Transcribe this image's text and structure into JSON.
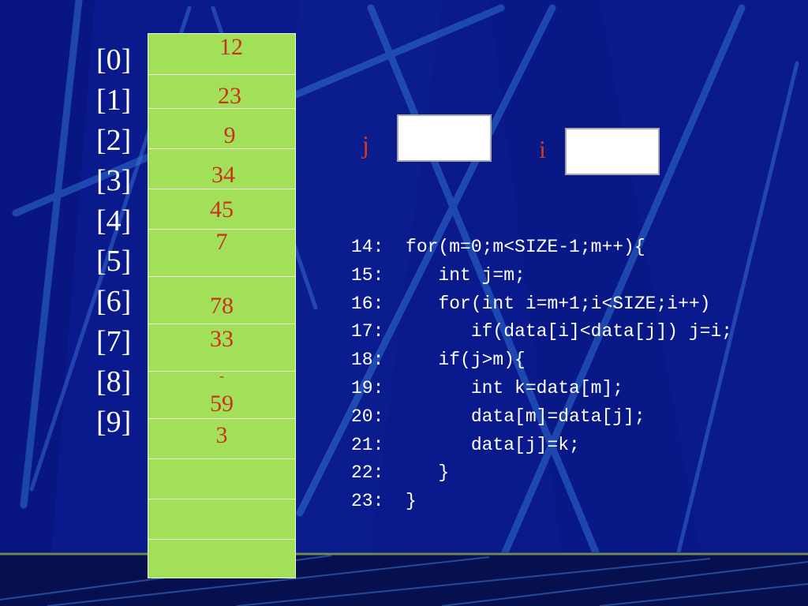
{
  "colors": {
    "background": "#0a1a8c",
    "array_fill": "#a2e05a",
    "value_text": "#c8321c",
    "label_text": "#d43a1e",
    "code_text": "#ffffff"
  },
  "indices": [
    "[0]",
    "[1]",
    "[2]",
    "[3]",
    "[4]",
    "[5]",
    "[6]",
    "[7]",
    "[8]",
    "[9]"
  ],
  "values": [
    "12",
    "23",
    "9",
    "34",
    "45",
    "7",
    "78",
    "33",
    "-",
    "59",
    "3"
  ],
  "variables": {
    "j": {
      "label": "j",
      "value": ""
    },
    "i": {
      "label": "i",
      "value": ""
    }
  },
  "code": [
    "14:  for(m=0;m<SIZE-1;m++){",
    "15:     int j=m;",
    "16:     for(int i=m+1;i<SIZE;i++)",
    "17:        if(data[i]<data[j]) j=i;",
    "18:     if(j>m){",
    "19:        int k=data[m];",
    "20:        data[m]=data[j];",
    "21:        data[j]=k;",
    "22:     }",
    "23:  }"
  ]
}
